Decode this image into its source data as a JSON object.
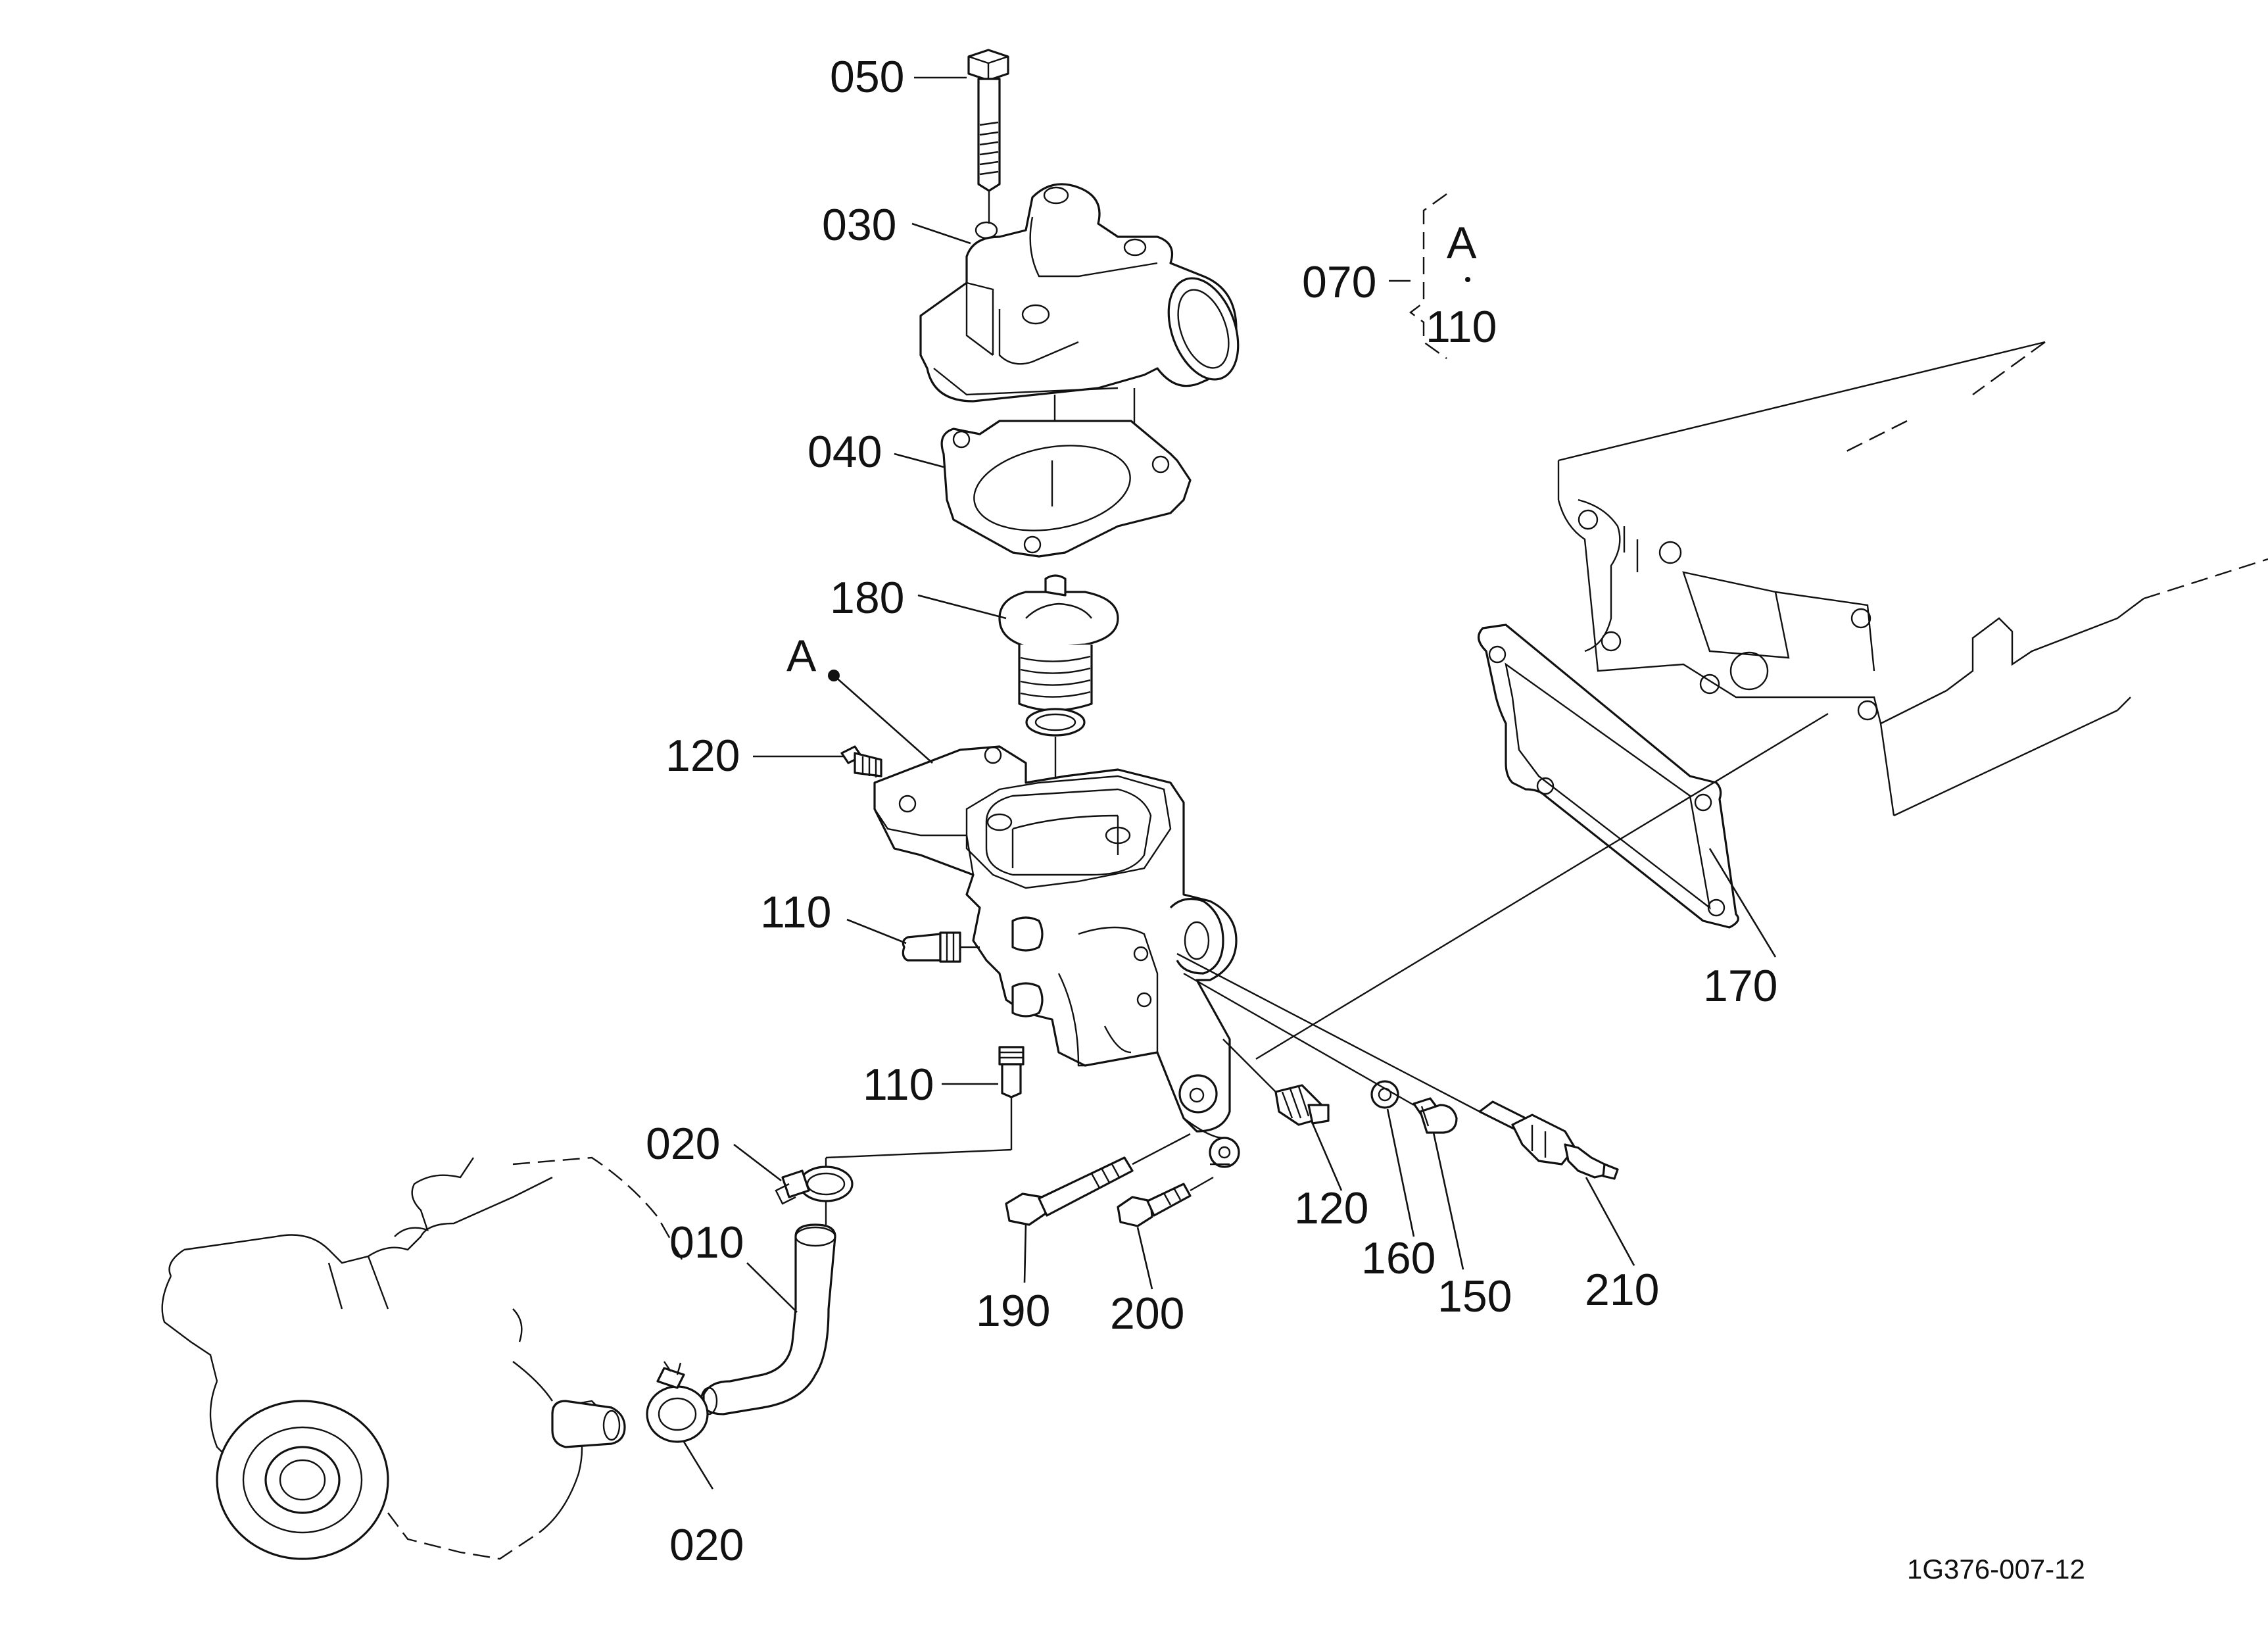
{
  "labels": {
    "p050": "050",
    "p030": "030",
    "p070": "070",
    "p070_a": "A",
    "p070_110": "110",
    "p040": "040",
    "p180": "180",
    "ref_a": "A",
    "p120_top": "120",
    "p110_left": "110",
    "p110_lower": "110",
    "p020_top": "020",
    "p010": "010",
    "p020_bottom": "020",
    "p170": "170",
    "p120_bottom": "120",
    "p160": "160",
    "p150": "150",
    "p210": "210",
    "p190": "190",
    "p200": "200"
  },
  "drawing_code": "1G376-007-12"
}
